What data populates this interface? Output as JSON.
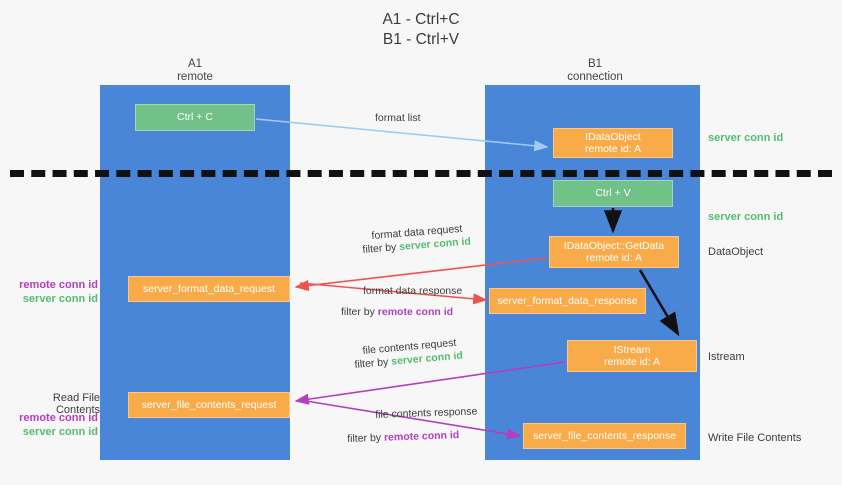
{
  "title": {
    "line1": "A1 - Ctrl+C",
    "line2": "B1 - Ctrl+V"
  },
  "lanes": [
    {
      "name": "A1",
      "sublabel": "remote"
    },
    {
      "name": "B1",
      "sublabel": "connection"
    }
  ],
  "nodes": {
    "ctrl_c": {
      "line1": "Ctrl + C",
      "line2": ""
    },
    "ctrl_v": {
      "line1": "Ctrl + V",
      "line2": ""
    },
    "dataobject_created": {
      "line1": "IDataObject",
      "line2": "remote id: A"
    },
    "getdata": {
      "line1": "IDataObject::GetData",
      "line2": "remote id: A"
    },
    "istream": {
      "line1": "IStream",
      "line2": "remote id: A"
    },
    "server_format_data_request": {
      "line1": "server_format_data_request"
    },
    "server_format_data_response": {
      "line1": "server_format_data_response"
    },
    "server_file_contents_request": {
      "line1": "server_file_contents_request"
    },
    "server_file_contents_response": {
      "line1": "server_file_contents_response"
    }
  },
  "edges": {
    "format_list": "format list",
    "format_data_request": "format data request",
    "format_data_request_filter_prefix": "filter by ",
    "format_data_request_filter_key": "server conn id",
    "format_data_response": "format data response",
    "format_data_response_filter_prefix": "filter by ",
    "format_data_response_filter_key": "remote conn id",
    "file_contents_request": "file contents request",
    "file_contents_request_filter_prefix": "filter by ",
    "file_contents_request_filter_key": "server conn id",
    "file_contents_response": "file contents response",
    "file_contents_response_filter_prefix": "filter by ",
    "file_contents_response_filter_key": "remote conn id"
  },
  "annotations": {
    "server_conn_id_top": "server conn id",
    "server_conn_id_mid": "server conn id",
    "dataobject": "DataObject",
    "istream": "Istream",
    "write_file_contents": "Write File Contents",
    "read_file_contents": "Read File Contents",
    "left_remote_conn_id_1": "remote conn id",
    "left_server_conn_id_1": "server conn id",
    "left_remote_conn_id_2": "remote conn id",
    "left_server_conn_id_2": "server conn id"
  },
  "colors": {
    "lane": "#4a86d8",
    "orange": "#f9ab4a",
    "green_box": "#72c188",
    "green_text": "#57bb6e",
    "magenta_text": "#b43ec0",
    "red_arrow": "#ef5350",
    "magenta_arrow": "#b43ec0",
    "lightblue_arrow": "#9ecdf0",
    "black_arrow": "#111111",
    "background": "#f7f7f7"
  }
}
